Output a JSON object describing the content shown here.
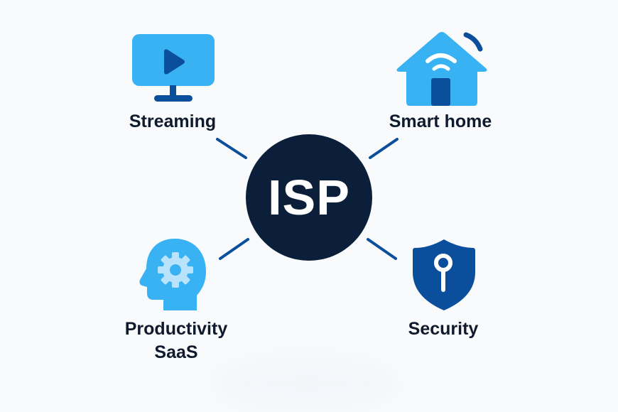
{
  "diagram": {
    "type": "hub-and-spoke",
    "center": {
      "label": "ISP",
      "color": "#0b1f3a",
      "text_color": "#ffffff"
    },
    "nodes": [
      {
        "id": "streaming",
        "label": "Streaming",
        "icon": "tv-play-icon",
        "position": "top-left"
      },
      {
        "id": "smart-home",
        "label": "Smart home",
        "icon": "smart-home-icon",
        "position": "top-right"
      },
      {
        "id": "productivity",
        "label_line1": "Productivity",
        "label_line2": "SaaS",
        "icon": "head-gear-icon",
        "position": "bottom-left"
      },
      {
        "id": "security",
        "label": "Security",
        "icon": "shield-keyhole-icon",
        "position": "bottom-right"
      }
    ],
    "colors": {
      "background": "#f8fafc",
      "icon_light": "#38b2f2",
      "icon_dark": "#0b4f9c",
      "icon_pale": "#b9e3fb",
      "connector": "#0b4f9c",
      "label_text": "#0f1b2d"
    }
  }
}
